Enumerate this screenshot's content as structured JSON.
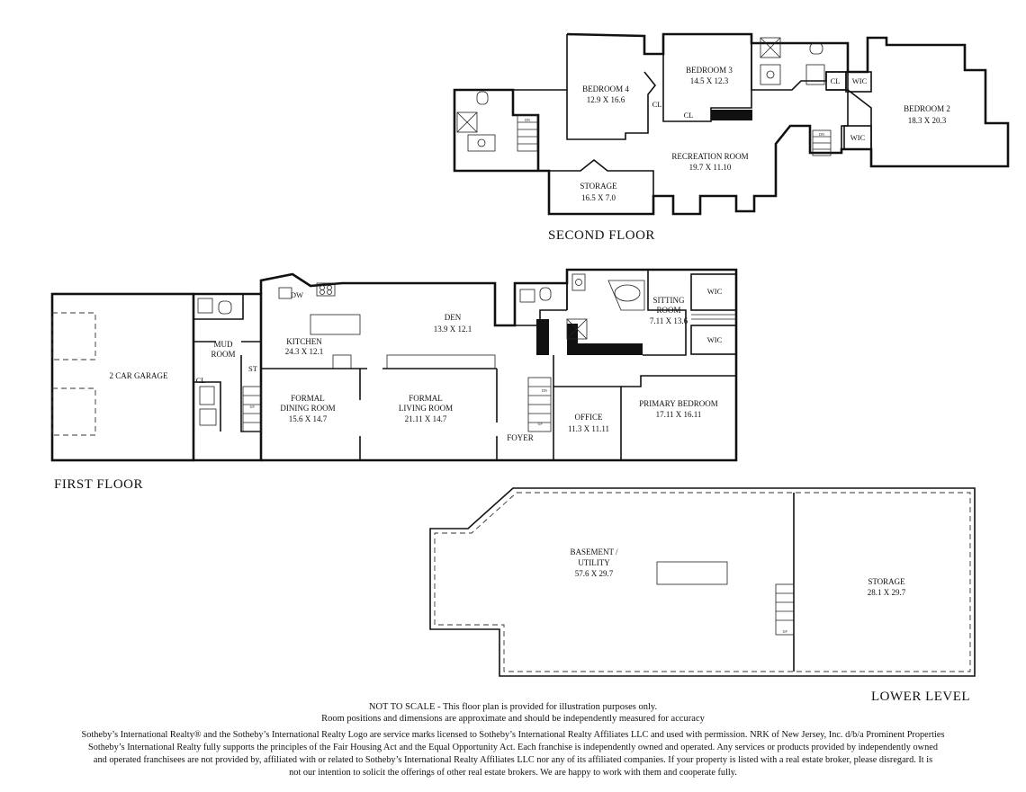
{
  "floors": {
    "second": "SECOND FLOOR",
    "first": "FIRST FLOOR",
    "lower": "LOWER LEVEL"
  },
  "rooms": {
    "bedroom4": {
      "name": "BEDROOM 4",
      "dims": "12.9 X 16.6"
    },
    "bedroom3": {
      "name": "BEDROOM 3",
      "dims": "14.5 X 12.3"
    },
    "bedroom2": {
      "name": "BEDROOM 2",
      "dims": "18.3 X 20.3"
    },
    "recreation": {
      "name": "RECREATION ROOM",
      "dims": "19.7 X 11.10"
    },
    "storage2": {
      "name": "STORAGE",
      "dims": "16.5 X 7.0"
    },
    "garage": {
      "name": "2 CAR GARAGE"
    },
    "mud_room": {
      "line1": "MUD",
      "line2": "ROOM"
    },
    "kitchen": {
      "name": "KITCHEN",
      "dims": "24.3 X 12.1"
    },
    "den": {
      "name": "DEN",
      "dims": "13.9 X 12.1"
    },
    "sitting": {
      "line1": "SITTING",
      "line2": "ROOM",
      "dims": "7.11 X 13.6"
    },
    "dining": {
      "line1": "FORMAL",
      "line2": "DINING ROOM",
      "dims": "15.6 X 14.7"
    },
    "living": {
      "line1": "FORMAL",
      "line2": "LIVING ROOM",
      "dims": "21.11 X 14.7"
    },
    "office": {
      "name": "OFFICE",
      "dims": "11.3 X 11.11"
    },
    "primary": {
      "name": "PRIMARY BEDROOM",
      "dims": "17.11 X 16.11"
    },
    "foyer": {
      "name": "FOYER"
    },
    "basement": {
      "line1": "BASEMENT /",
      "line2": "UTILITY",
      "dims": "57.6 X 29.7"
    },
    "storage_lower": {
      "name": "STORAGE",
      "dims": "28.1 X 29.7"
    }
  },
  "small_labels": {
    "cl": "CL",
    "wic": "WIC",
    "st": "ST",
    "dw": "DW",
    "up": "UP",
    "dn": "DN"
  },
  "disclaimer": {
    "line1": "NOT TO SCALE - This floor plan is provided for illustration purposes only.",
    "line2": "Room positions and dimensions are approximate and should be independently measured for accuracy"
  },
  "legal": {
    "line1": "Sotheby’s International Realty® and the Sotheby’s International Realty Logo are service marks licensed to Sotheby’s International Realty Affiliates LLC and used with permission. NRK of New Jersey, Inc. d/b/a Prominent Properties",
    "line2": "Sotheby’s International Realty fully supports the principles of the Fair Housing Act and the Equal Opportunity Act. Each franchise is independently owned and operated. Any services or products provided by independently owned",
    "line3": "and operated franchisees are not provided by, affiliated with or related to Sotheby’s International Realty Affiliates LLC nor any of its affiliated companies. If your property is listed with a real estate broker, please disregard. It is",
    "line4": "not our intention to solicit the offerings of other real estate brokers. We are happy to work with them and cooperate fully."
  }
}
